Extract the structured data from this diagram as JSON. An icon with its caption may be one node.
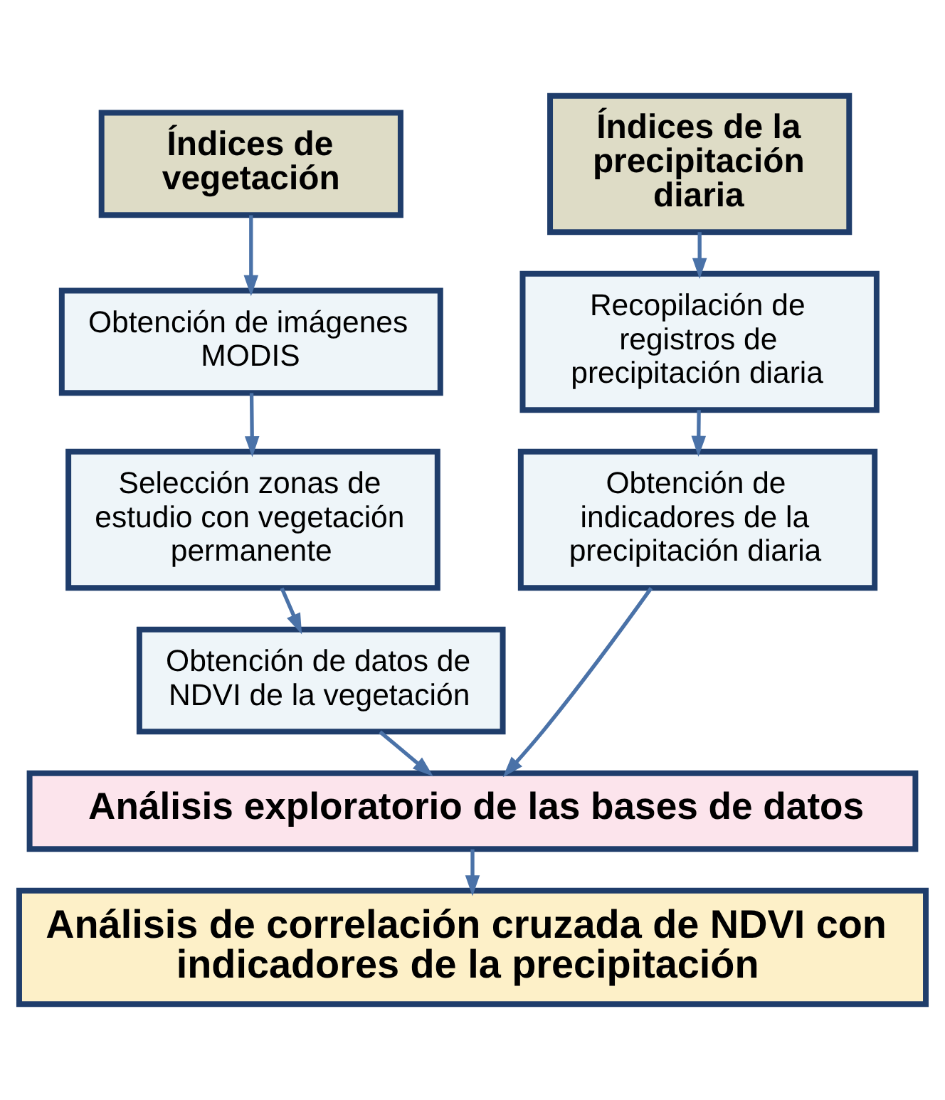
{
  "diagram": {
    "nodes": [
      {
        "text": [
          "Índices de vegetación"
        ]
      },
      {
        "text": [
          "Índices de la precipitación diaria"
        ]
      },
      {
        "text": [
          "Obtención de imágenes MODIS"
        ]
      },
      {
        "text": [
          "Selección zonas de estudio con vegetación permanente"
        ]
      },
      {
        "text": [
          "Obtención de datos de NDVI de la vegetación"
        ]
      },
      {
        "text": [
          "Recopilación de registros de precipitación diaria"
        ]
      },
      {
        "text": [
          "Obtención de indicadores de la precipitación diaria"
        ]
      },
      {
        "text": [
          "Análisis exploratorio de las bases de datos"
        ]
      },
      {
        "text": [
          "Análisis de correlación cruzada de NDVI con indicadores de la precipitación"
        ]
      }
    ],
    "edges": [
      {
        "from": 0,
        "to": 2,
        "arrow": "to"
      },
      {
        "from": 2,
        "to": 3,
        "arrow": "to"
      },
      {
        "from": 3,
        "to": 4,
        "arrow": "to"
      },
      {
        "from": 4,
        "to": 7,
        "arrow": "to"
      },
      {
        "from": 1,
        "to": 5,
        "arrow": "to"
      },
      {
        "from": 5,
        "to": 6,
        "arrow": "to"
      },
      {
        "from": 6,
        "to": 7,
        "arrow": "to"
      },
      {
        "from": 7,
        "to": 8,
        "arrow": "to"
      }
    ]
  }
}
